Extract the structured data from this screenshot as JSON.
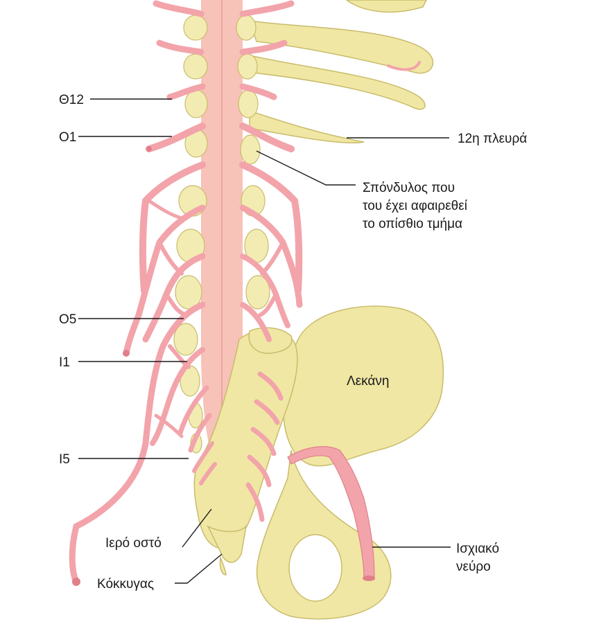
{
  "labels": {
    "t12": "Θ12",
    "l1": "Ο1",
    "l5": "Ο5",
    "s1": "Ι1",
    "s5": "Ι5",
    "rib12": "12η πλευρά",
    "vertebra_line1": "Σπόνδυλος που",
    "vertebra_line2": "του έχει αφαιρεθεί",
    "vertebra_line3": "το οπίσθιο τμήμα",
    "pelvis": "Λεκάνη",
    "sacrum": "Ιερό οστό",
    "coccyx": "Κόκκυγας",
    "sciatic_line1": "Ισχιακό",
    "sciatic_line2": "νεύρο"
  },
  "colors": {
    "bone": "#f0e7a4",
    "nerve": "#f2a4aa",
    "spinal_cord": "#f7c2b8",
    "text": "#1a1a1a"
  }
}
